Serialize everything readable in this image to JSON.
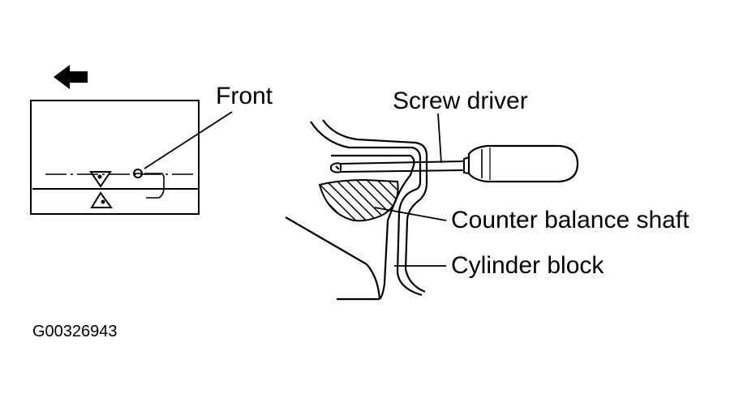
{
  "labels": {
    "front": "Front",
    "screw_driver": "Screw driver",
    "counter_balance_shaft": "Counter balance shaft",
    "cylinder_block": "Cylinder block",
    "figure_code": "G00326943"
  },
  "icons": {
    "direction_arrow": "left-arrow-icon"
  },
  "colors": {
    "line": "#000000",
    "background": "#ffffff"
  }
}
